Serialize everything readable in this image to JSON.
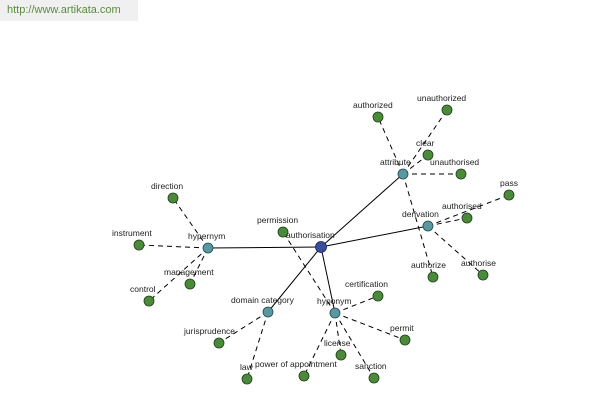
{
  "banner": {
    "url": "http://www.artikata.com"
  },
  "graph": {
    "colors": {
      "root": "#3a4d9a",
      "relation": "#5a97a0",
      "leaf": "#4a8a3a"
    },
    "nodes": [
      {
        "id": "authorisation",
        "label": "authorisation",
        "kind": "root"
      },
      {
        "id": "hypernym",
        "label": "hypernym",
        "kind": "relation"
      },
      {
        "id": "attribute",
        "label": "attribute",
        "kind": "relation"
      },
      {
        "id": "derivation",
        "label": "derivation",
        "kind": "relation"
      },
      {
        "id": "hyponym",
        "label": "hyponym",
        "kind": "relation"
      },
      {
        "id": "domain-category",
        "label": "domain category",
        "kind": "relation"
      },
      {
        "id": "direction",
        "label": "direction",
        "kind": "leaf"
      },
      {
        "id": "instrument",
        "label": "instrument",
        "kind": "leaf"
      },
      {
        "id": "management",
        "label": "management",
        "kind": "leaf"
      },
      {
        "id": "control",
        "label": "control",
        "kind": "leaf"
      },
      {
        "id": "permission",
        "label": "permission",
        "kind": "leaf"
      },
      {
        "id": "authorized",
        "label": "authorized",
        "kind": "leaf"
      },
      {
        "id": "unauthorized",
        "label": "unauthorized",
        "kind": "leaf"
      },
      {
        "id": "clear",
        "label": "clear",
        "kind": "leaf"
      },
      {
        "id": "unauthorised",
        "label": "unauthorised",
        "kind": "leaf"
      },
      {
        "id": "pass",
        "label": "pass",
        "kind": "leaf"
      },
      {
        "id": "authorised",
        "label": "authorised",
        "kind": "leaf"
      },
      {
        "id": "authorize",
        "label": "authorize",
        "kind": "leaf"
      },
      {
        "id": "authorise",
        "label": "authorise",
        "kind": "leaf"
      },
      {
        "id": "certification",
        "label": "certification",
        "kind": "leaf"
      },
      {
        "id": "permit",
        "label": "permit",
        "kind": "leaf"
      },
      {
        "id": "license",
        "label": "license",
        "kind": "leaf"
      },
      {
        "id": "sanction",
        "label": "sanction",
        "kind": "leaf"
      },
      {
        "id": "power-of-appointment",
        "label": "power of appointment",
        "kind": "leaf"
      },
      {
        "id": "jurisprudence",
        "label": "jurisprudence",
        "kind": "leaf"
      },
      {
        "id": "law",
        "label": "law",
        "kind": "leaf"
      }
    ],
    "edges": [
      {
        "from": "authorisation",
        "to": "hypernym",
        "style": "solid"
      },
      {
        "from": "authorisation",
        "to": "attribute",
        "style": "solid"
      },
      {
        "from": "authorisation",
        "to": "derivation",
        "style": "solid"
      },
      {
        "from": "authorisation",
        "to": "hyponym",
        "style": "solid"
      },
      {
        "from": "authorisation",
        "to": "domain-category",
        "style": "solid"
      },
      {
        "from": "hypernym",
        "to": "direction",
        "style": "dashed"
      },
      {
        "from": "hypernym",
        "to": "instrument",
        "style": "dashed"
      },
      {
        "from": "hypernym",
        "to": "management",
        "style": "dashed"
      },
      {
        "from": "hypernym",
        "to": "control",
        "style": "dashed"
      },
      {
        "from": "attribute",
        "to": "authorized",
        "style": "dashed"
      },
      {
        "from": "attribute",
        "to": "unauthorized",
        "style": "dashed"
      },
      {
        "from": "attribute",
        "to": "clear",
        "style": "dashed"
      },
      {
        "from": "attribute",
        "to": "unauthorised",
        "style": "dashed"
      },
      {
        "from": "attribute",
        "to": "authorize",
        "style": "dashed"
      },
      {
        "from": "derivation",
        "to": "pass",
        "style": "dashed"
      },
      {
        "from": "derivation",
        "to": "authorised",
        "style": "dashed"
      },
      {
        "from": "derivation",
        "to": "authorise",
        "style": "dashed"
      },
      {
        "from": "hyponym",
        "to": "permission",
        "style": "dashed"
      },
      {
        "from": "hyponym",
        "to": "certification",
        "style": "dashed"
      },
      {
        "from": "hyponym",
        "to": "permit",
        "style": "dashed"
      },
      {
        "from": "hyponym",
        "to": "license",
        "style": "dashed"
      },
      {
        "from": "hyponym",
        "to": "sanction",
        "style": "dashed"
      },
      {
        "from": "hyponym",
        "to": "power-of-appointment",
        "style": "dashed"
      },
      {
        "from": "domain-category",
        "to": "jurisprudence",
        "style": "dashed"
      },
      {
        "from": "domain-category",
        "to": "law",
        "style": "dashed"
      }
    ]
  }
}
